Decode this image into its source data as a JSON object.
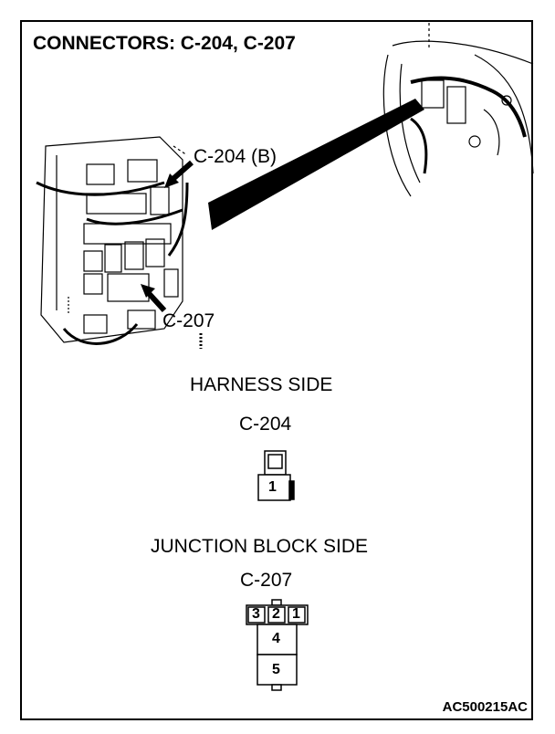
{
  "title": "CONNECTORS: C-204, C-207",
  "callouts": {
    "c204": "C-204 (B)",
    "c207": "C-207"
  },
  "harness_side": {
    "heading": "HARNESS SIDE",
    "connector": "C-204",
    "pins": [
      "1"
    ]
  },
  "junction_block_side": {
    "heading": "JUNCTION BLOCK SIDE",
    "connector": "C-207",
    "pins_top": [
      "3",
      "2",
      "1"
    ],
    "pins_lower": [
      "4",
      "5"
    ]
  },
  "figure_code": "AC500215AC"
}
